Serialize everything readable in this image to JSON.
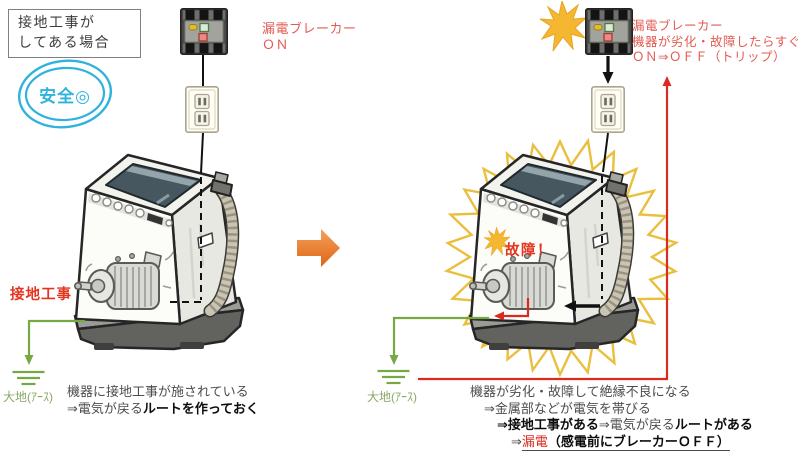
{
  "colors": {
    "label_red": "#e25b52",
    "accent_red": "#e43520",
    "wire_red": "#d92b1f",
    "wire_green": "#76a843",
    "earth_label_green": "#8aa868",
    "safety_blue": "#2fb3dd",
    "transition_orange": "#e8772a",
    "spark_yellow": "#f5b731",
    "aura_yellow": "#eabf3e"
  },
  "left": {
    "case_label": {
      "line1": "接地工事が",
      "line2": "してある場合"
    },
    "safety_mark": "安全◎",
    "breaker_label": {
      "line1": "漏電ブレーカー",
      "line2": "ＯＮ"
    },
    "ground_work_label": "接地工事",
    "earth_label": "大地(ｱｰｽ)",
    "caption": {
      "line1": "機器に接地工事が施されている",
      "line2_prefix": "⇒電気が戻る",
      "line2_bold": "ルートを作っておく"
    }
  },
  "right": {
    "breaker_label": {
      "line1": "漏電ブレーカー",
      "line2": "機器が劣化・故障したらすぐ",
      "line3": "ＯＮ⇒ＯＦＦ（トリップ）"
    },
    "failure_label": "故障！",
    "earth_label": "大地(ｱｰｽ)",
    "caption": {
      "line1": "機器が劣化・故障して絶縁不良になる",
      "line2": "⇒金属部などが電気を帯びる",
      "line3_bold1": "⇒接地工事がある",
      "line3_mid": "⇒電気が戻る",
      "line3_bold2": "ルートがある",
      "line4_arrow": "⇒",
      "line4_red": "漏電",
      "line4_bold": "（感電前にブレーカーＯＦＦ）"
    }
  }
}
